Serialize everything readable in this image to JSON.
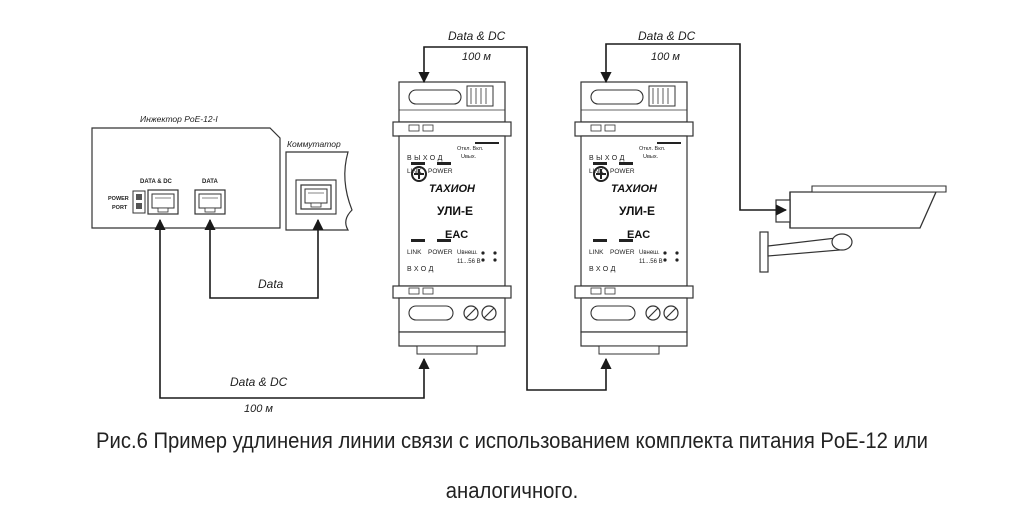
{
  "injector": {
    "title": "Инжектор PoE-12-I",
    "port_data_dc": "DATA & DC",
    "port_data": "DATA",
    "power_line1": "POWER",
    "power_line2": "PORT"
  },
  "switch": {
    "title": "Коммутатор"
  },
  "wires": {
    "top_left_label": "Data & DC",
    "top_left_len": "100 м",
    "top_right_label": "Data & DC",
    "top_right_len": "100 м",
    "mid_label": "Data",
    "bottom_label": "Data & DC",
    "bottom_len": "100 м"
  },
  "module": {
    "output": "ВЫХОД",
    "off_on": "Откл. Вкл.",
    "uout": "Uвых.",
    "link": "LINK",
    "power": "POWER",
    "brand": "ТАХИОН",
    "model": "УЛИ-Е",
    "cert": "EAC",
    "input": "ВХОД",
    "uext": "Uвнеш.",
    "range": "11...56 В"
  },
  "caption": {
    "line1": "Рис.6 Пример удлинения линии связи с использованием комплекта питания PoE-12 или",
    "line2": "аналогичного."
  },
  "colors": {
    "line": "#1a1a1a",
    "device_stroke": "#333333"
  }
}
